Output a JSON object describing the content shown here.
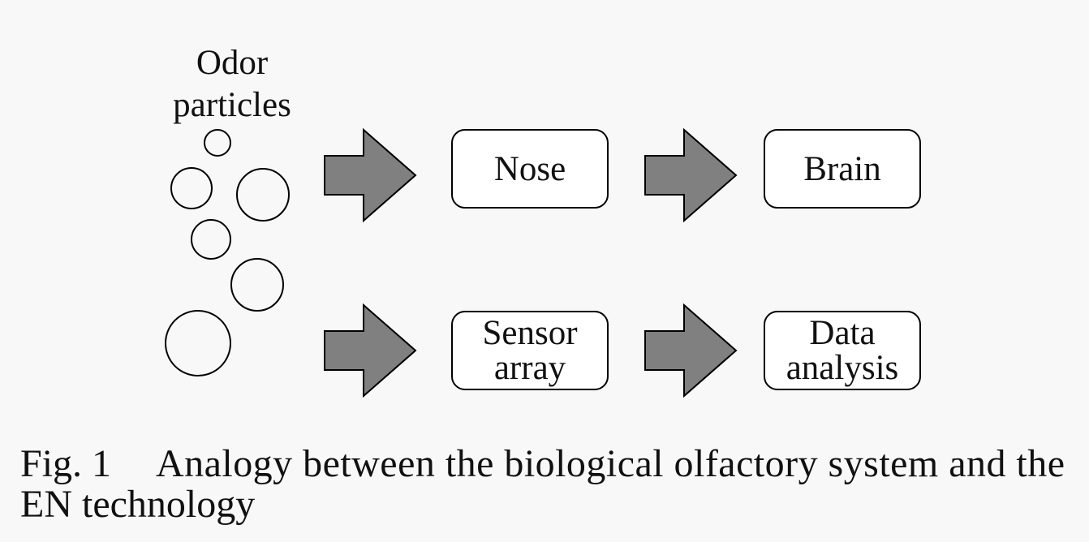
{
  "figure": {
    "odor_label": {
      "line1": "Odor",
      "line2": "particles"
    },
    "top_row": {
      "stage1": {
        "label": "Nose"
      },
      "stage2": {
        "label": "Brain"
      }
    },
    "bottom_row": {
      "stage1": {
        "line1": "Sensor",
        "line2": "array"
      },
      "stage2": {
        "line1": "Data",
        "line2": "analysis"
      }
    }
  },
  "caption": {
    "label": "Fig. 1",
    "line1": "Analogy between the biological olfactory system and the",
    "line2": "EN technology"
  },
  "colors": {
    "arrow_fill": "#808080",
    "outline": "#000000",
    "background": "#f8f8f8"
  }
}
